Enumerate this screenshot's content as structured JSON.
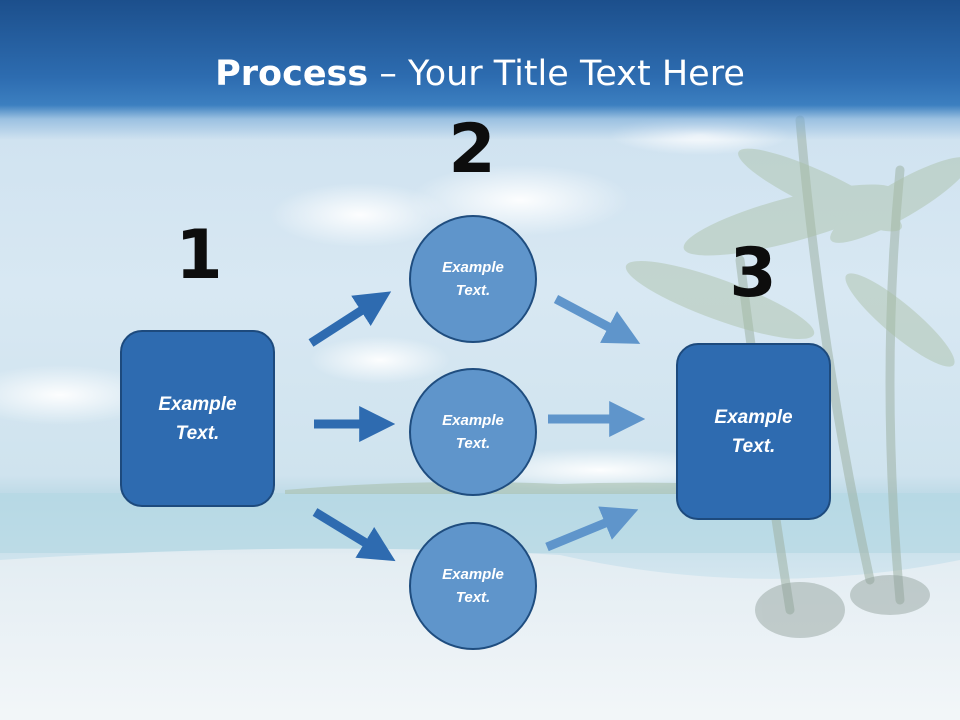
{
  "title": {
    "bold": "Process",
    "rest": " – Your Title Text Here"
  },
  "steps": [
    {
      "number": "1",
      "text": "Example\nText."
    },
    {
      "number": "2",
      "items": [
        "Example\nText.",
        "Example\nText.",
        "Example\nText."
      ]
    },
    {
      "number": "3",
      "text": "Example\nText."
    }
  ],
  "colors": {
    "title_bar": "#2d6cb0",
    "box_fill": "#2e6bb0",
    "circle_fill": "#5f95cb",
    "arrow_dark": "#2e6bb0",
    "arrow_light": "#5f95cb"
  }
}
